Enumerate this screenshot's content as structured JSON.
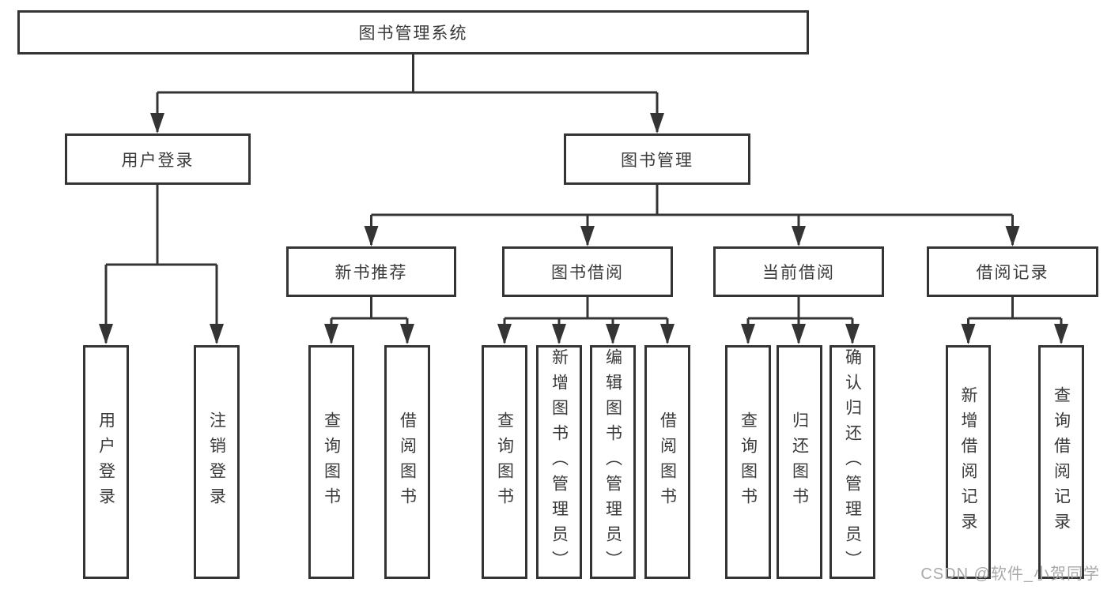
{
  "diagram": {
    "root_label": "图书管理系统",
    "level2": {
      "user_login": "用户登录",
      "book_management": "图书管理"
    },
    "level3": {
      "new_book_recommend": "新书推荐",
      "book_borrow": "图书借阅",
      "current_borrow": "当前借阅",
      "borrow_record": "借阅记录"
    },
    "leaves": {
      "login": [
        "用户登录",
        "注销登录"
      ],
      "recommend": [
        "查询图书",
        "借阅图书"
      ],
      "borrow": [
        "查询图书",
        "新增图书（管理员）",
        "编辑图书（管理员）",
        "借阅图书"
      ],
      "current": [
        "查询图书",
        "归还图书",
        "确认归还（管理员）"
      ],
      "record": [
        "新增借阅记录",
        "查询借阅记录"
      ]
    },
    "colors": {
      "line": "#343434",
      "box_border": "#343434",
      "box_fill": "#ffffff",
      "text": "#3a3a3a",
      "watermark": "#a9a9a9"
    }
  },
  "watermark_text": "CSDN @软件_小贺同学"
}
